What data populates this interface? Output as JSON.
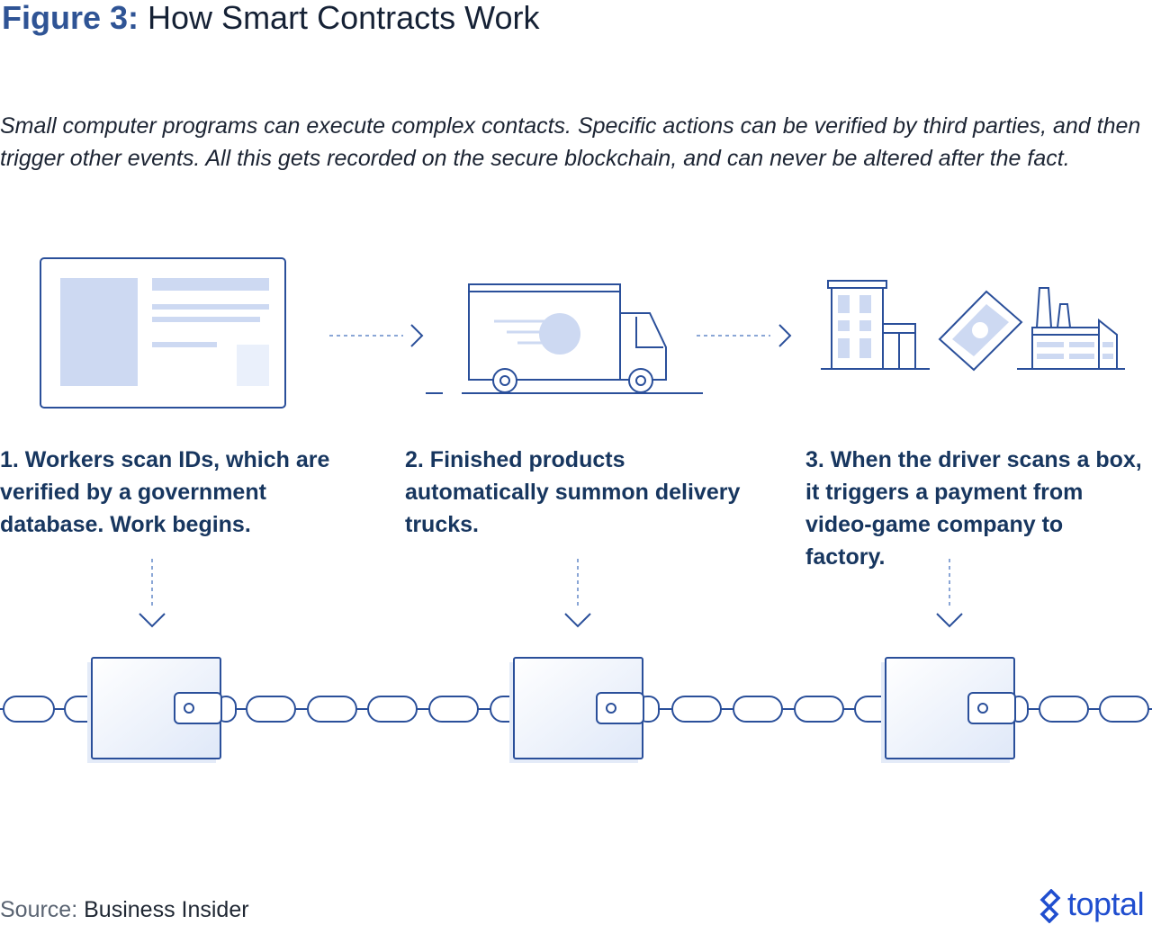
{
  "figure": {
    "label": "Figure 3:",
    "title": "How Smart Contracts Work",
    "description": "Small computer programs can execute complex contacts. Specific actions can be verified by third parties, and then trigger other events. All this gets recorded on the secure blockchain, and can never be altered after the fact."
  },
  "steps": [
    {
      "text": "1. Workers scan IDs, which are verified by a government database. Work begins.",
      "icon": "id-screen-icon"
    },
    {
      "text": "2. Finished products automatically summon delivery trucks.",
      "icon": "delivery-truck-icon"
    },
    {
      "text": "3. When the driver scans a box, it triggers a payment from video-game company to factory.",
      "icon": "building-payment-factory-icon"
    }
  ],
  "footer": {
    "source_label": "Source:",
    "source_value": "Business Insider",
    "brand": "toptal"
  },
  "colors": {
    "stroke": "#2a4f9a",
    "fill_light": "#cdd9f2",
    "fill_pale": "#eaf0fb",
    "dashed": "#8aa6d6",
    "title_accent": "#2f5495",
    "brand": "#204ecf"
  }
}
